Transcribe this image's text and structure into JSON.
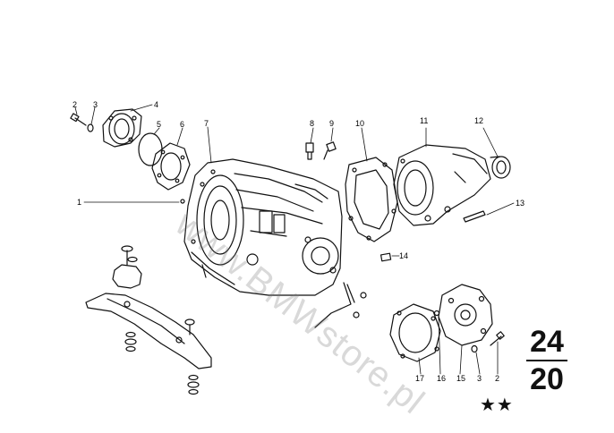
{
  "callouts": {
    "c1": "1",
    "c2a": "2",
    "c3a": "3",
    "c4": "4",
    "c5": "5",
    "c6": "6",
    "c7": "7",
    "c8": "8",
    "c9": "9",
    "c10": "10",
    "c11": "11",
    "c12": "12",
    "c13": "13",
    "c14": "14",
    "c15": "15",
    "c16": "16",
    "c17": "17",
    "c3b": "3",
    "c2b": "2"
  },
  "group": {
    "top": "24",
    "bottom": "20"
  },
  "stars": "★★",
  "watermark": "www.BMWstore.pl",
  "colors": {
    "ink": "#111111",
    "watermark": "#9a9a9a",
    "background": "#ffffff"
  }
}
